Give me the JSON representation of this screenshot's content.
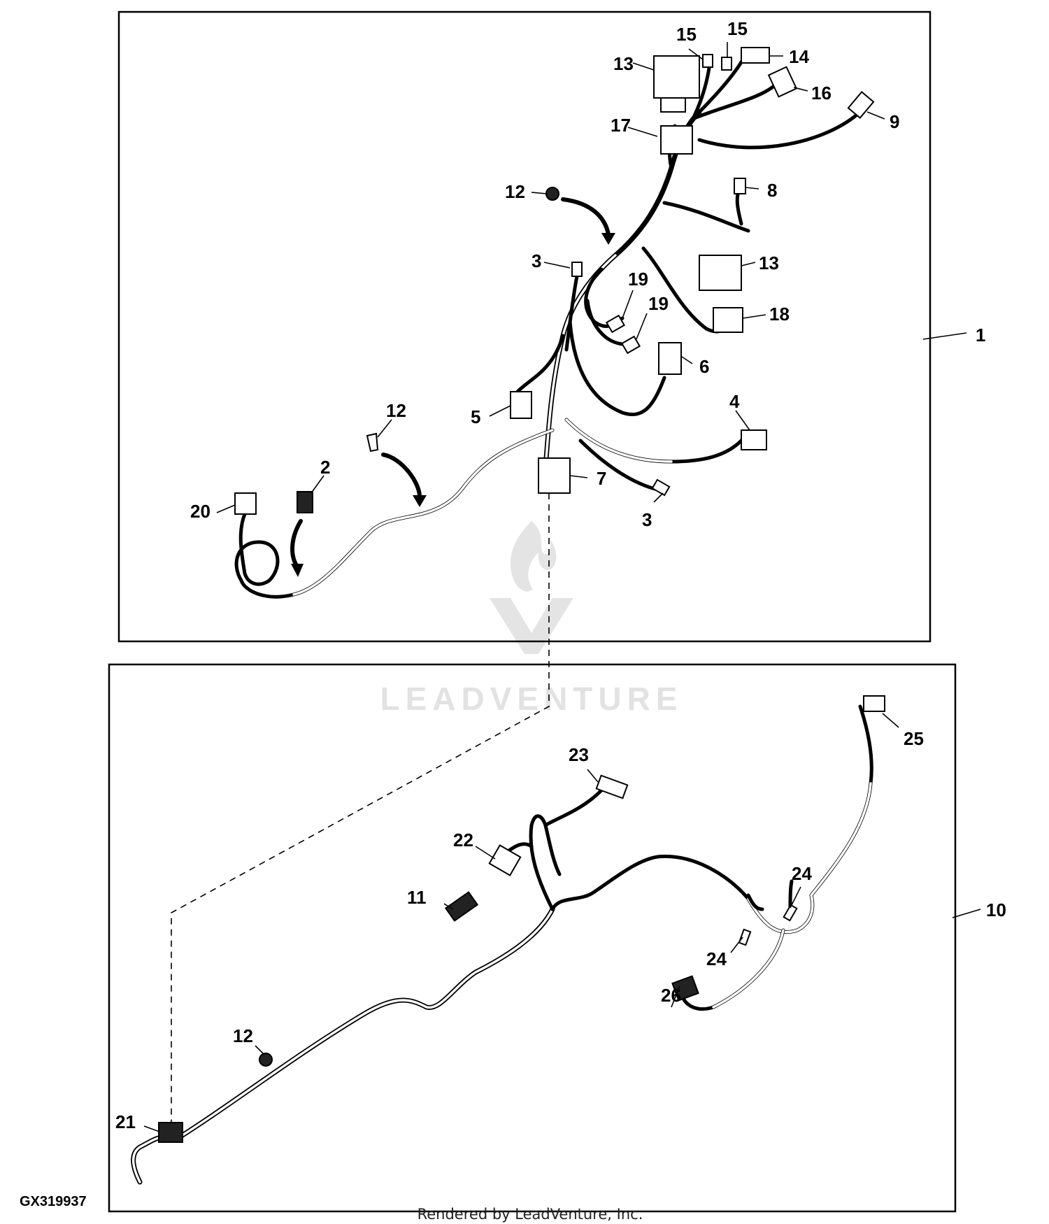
{
  "diagram": {
    "figure_id": "GX319937",
    "footer": "Rendered by LeadVenture, Inc.",
    "watermark": "LEADVENTURE",
    "panels": [
      {
        "name": "upper-harness-panel",
        "callout": "1"
      },
      {
        "name": "lower-harness-panel",
        "callout": "10"
      }
    ],
    "callouts": [
      {
        "text": "1"
      },
      {
        "text": "2"
      },
      {
        "text": "3"
      },
      {
        "text": "3"
      },
      {
        "text": "4"
      },
      {
        "text": "5"
      },
      {
        "text": "6"
      },
      {
        "text": "7"
      },
      {
        "text": "8"
      },
      {
        "text": "9"
      },
      {
        "text": "10"
      },
      {
        "text": "11"
      },
      {
        "text": "12"
      },
      {
        "text": "12"
      },
      {
        "text": "12"
      },
      {
        "text": "13"
      },
      {
        "text": "13"
      },
      {
        "text": "14"
      },
      {
        "text": "15"
      },
      {
        "text": "15"
      },
      {
        "text": "16"
      },
      {
        "text": "17"
      },
      {
        "text": "18"
      },
      {
        "text": "19"
      },
      {
        "text": "19"
      },
      {
        "text": "20"
      },
      {
        "text": "21"
      },
      {
        "text": "22"
      },
      {
        "text": "23"
      },
      {
        "text": "24"
      },
      {
        "text": "24"
      },
      {
        "text": "25"
      },
      {
        "text": "26"
      }
    ]
  }
}
